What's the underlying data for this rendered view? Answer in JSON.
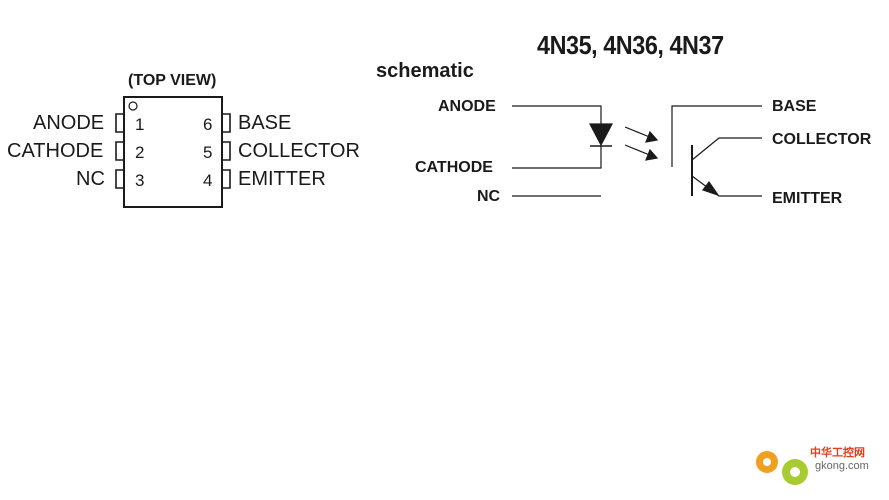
{
  "title": "4N35, 4N36, 4N37",
  "schematic_label": "schematic",
  "package": {
    "view_label": "(TOP VIEW)",
    "left_pins": [
      {
        "number": "1",
        "name": "ANODE"
      },
      {
        "number": "2",
        "name": "CATHODE"
      },
      {
        "number": "3",
        "name": "NC"
      }
    ],
    "right_pins": [
      {
        "number": "6",
        "name": "BASE"
      },
      {
        "number": "5",
        "name": "COLLECTOR"
      },
      {
        "number": "4",
        "name": "EMITTER"
      }
    ]
  },
  "schematic": {
    "anode": "ANODE",
    "cathode": "CATHODE",
    "nc": "NC",
    "base": "BASE",
    "collector": "COLLECTOR",
    "emitter": "EMITTER"
  },
  "watermark": {
    "text": "中华工控网",
    "sub": "gkong.com"
  }
}
